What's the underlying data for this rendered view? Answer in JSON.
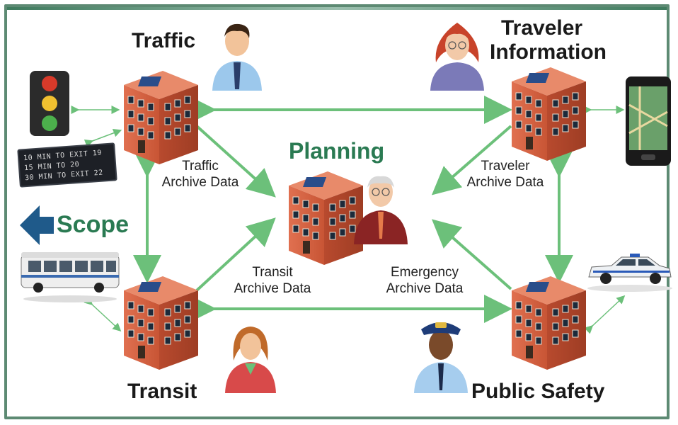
{
  "nodes": {
    "traffic": "Traffic",
    "traveler_line1": "Traveler",
    "traveler_line2": "Information",
    "transit": "Transit",
    "public_safety": "Public Safety",
    "planning": "Planning"
  },
  "flows": {
    "traffic_archive": [
      "Traffic",
      "Archive Data"
    ],
    "traveler_archive": [
      "Traveler",
      "Archive Data"
    ],
    "transit_archive": [
      "Transit",
      "Archive Data"
    ],
    "emergency_archive": [
      "Emergency",
      "Archive Data"
    ]
  },
  "scope": "Scope",
  "sign_lines": [
    "10 MIN TO EXIT 19",
    "15 MIN TO 20",
    "30 MIN TO EXIT 22"
  ],
  "colors": {
    "arrow": "#6cc07a",
    "title_green": "#2a7a52",
    "frame": "#5d8a73",
    "brick": "#d2603f",
    "scope_arrow": "#1f5a8a"
  },
  "icons": [
    "traffic-light-icon",
    "message-sign-icon",
    "bus-icon",
    "police-car-icon",
    "smartphone-icon",
    "building-icon",
    "person-icon"
  ]
}
